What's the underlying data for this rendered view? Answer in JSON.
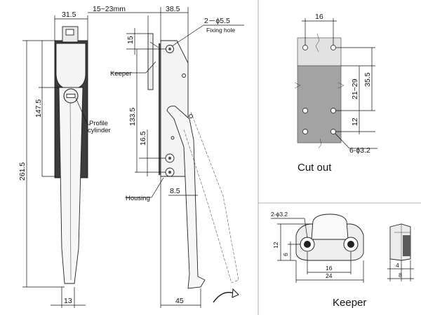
{
  "dims": {
    "handle_width": "31.5",
    "handle_length": "261.5",
    "lock_length": "147.5",
    "base_width": "13",
    "keeper_offset": "15~23mm",
    "housing_width": "38.5",
    "fixing_holes": "2－ϕ5.5",
    "fixing_label": "Fixing hole",
    "keeper_gap": "15",
    "hole_spacing": "133.5",
    "hole_pitch": "16.5",
    "handle_offset": "8.5",
    "swing": "45",
    "cutout_width": "16",
    "cutout_range": "21~29",
    "cutout_height": "35.5",
    "cutout_pitch": "12",
    "cutout_holes": "6-ϕ3.2",
    "keeper_holes": "2-ϕ3.2",
    "keeper_height": "12",
    "keeper_half": "6",
    "keeper_pitch": "16",
    "keeper_width": "24",
    "keeper_thk": "4",
    "keeper_depth": "8"
  },
  "labels": {
    "profile_cylinder": "Profile\ncylinder",
    "keeper": "Keeper",
    "housing": "Housing",
    "cut_out": "Cut out",
    "keeper_title": "Keeper"
  },
  "colors": {
    "cutout_light": "#e2e2e2",
    "cutout_dark": "#a3a3a3",
    "part_fill": "#f4f4f4",
    "part_shadow": "#4a4a4a"
  }
}
